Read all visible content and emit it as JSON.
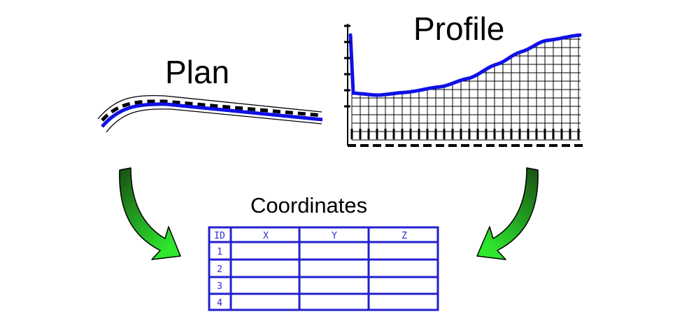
{
  "titles": {
    "plan": "Plan",
    "profile": "Profile",
    "coordinates": "Coordinates"
  },
  "table": {
    "headers": [
      "ID",
      "X",
      "Y",
      "Z"
    ],
    "rows": [
      {
        "id": "1",
        "x": "",
        "y": "",
        "z": ""
      },
      {
        "id": "2",
        "x": "",
        "y": "",
        "z": ""
      },
      {
        "id": "3",
        "x": "",
        "y": "",
        "z": ""
      },
      {
        "id": "4",
        "x": "",
        "y": "",
        "z": ""
      }
    ]
  },
  "colors": {
    "alignment_line": "#1010e6",
    "table_lines": "#2020d0",
    "arrow_fill_dark": "#1b4d12",
    "arrow_fill_light": "#2ee82e"
  }
}
